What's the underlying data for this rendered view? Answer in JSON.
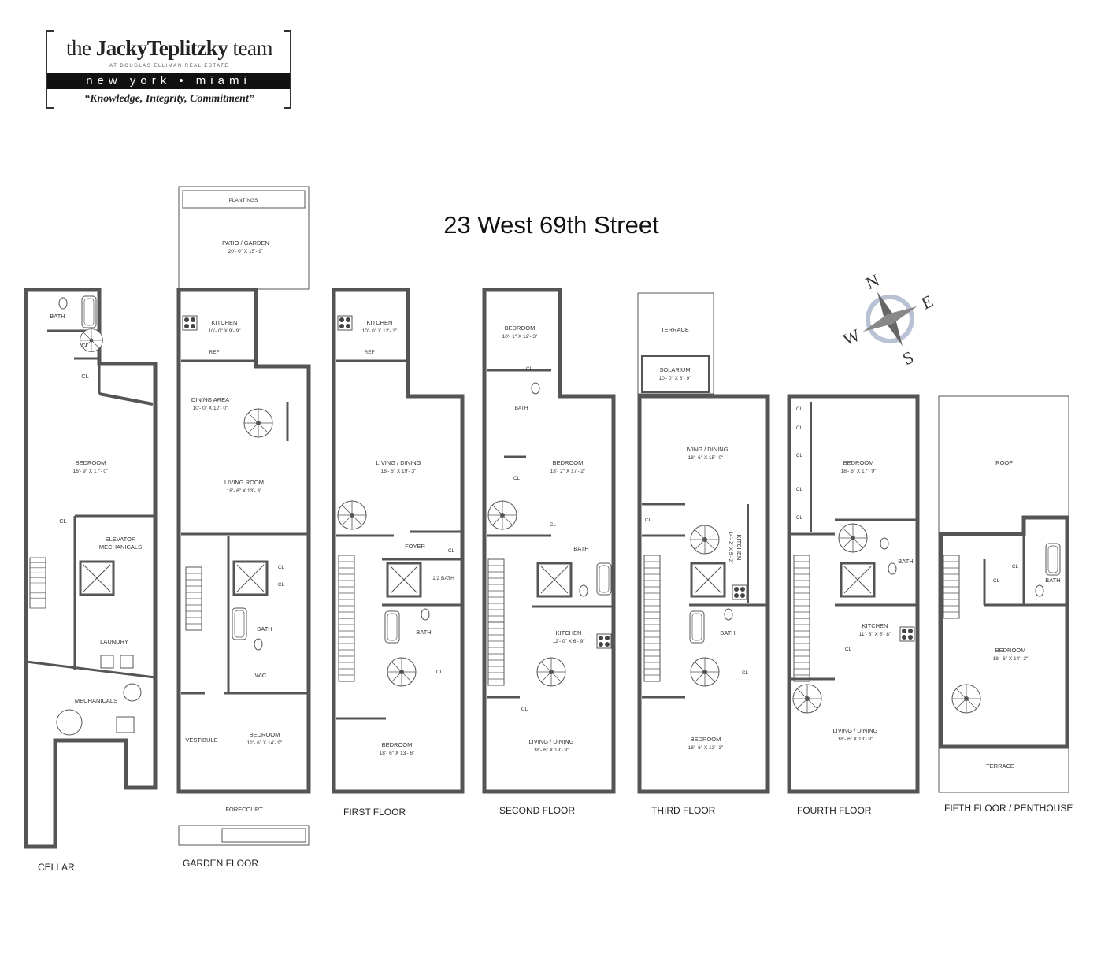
{
  "logo": {
    "prefix": "the",
    "name": "JackyTeplitzky",
    "suffix": "team",
    "affiliation": "AT DOUGLAS ELLIMAN REAL ESTATE",
    "cities": "new york • miami",
    "slogan": "“Knowledge, Integrity, Commitment”"
  },
  "title": "23 West 69th Street",
  "compass": {
    "n": "N",
    "e": "E",
    "s": "S",
    "w": "W"
  },
  "floors": {
    "cellar": {
      "label": "CELLAR",
      "rooms": {
        "bath": "BATH",
        "cl1": "CL",
        "cl2": "CL",
        "bedroom": "BEDROOM",
        "bedroom_dim": "16'- 9\" X 17'- 0\"",
        "cl3": "CL",
        "elevator": "ELEVATOR",
        "elevator2": "MECHANICALS",
        "laundry": "LAUNDRY",
        "mechanicals": "MECHANICALS"
      }
    },
    "garden": {
      "label": "GARDEN FLOOR",
      "rooms": {
        "plantings": "PLANTINGS",
        "patio": "PATIO / GARDEN",
        "patio_dim": "20'- 0\" X 15'- 9\"",
        "kitchen": "KITCHEN",
        "kitchen_dim": "10'- 0\" X 9'- 9\"",
        "ref": "REF",
        "dining": "DINING AREA",
        "dining_dim": "10'- 0\" X 12'- 0\"",
        "living": "LIVING ROOM",
        "living_dim": "18'- 6\" X 13'- 3\"",
        "cl1": "CL",
        "cl2": "CL",
        "bath": "BATH",
        "wic": "WIC",
        "vestibule": "VESTIBULE",
        "bedroom": "BEDROOM",
        "bedroom_dim": "12'- 6\" X 14'- 9\"",
        "forecourt": "FORECOURT"
      }
    },
    "first": {
      "label": "FIRST FLOOR",
      "rooms": {
        "kitchen": "KITCHEN",
        "kitchen_dim": "10'- 0\" X 12'- 3\"",
        "ref": "REF",
        "living": "LIVING / DINING",
        "living_dim": "18'- 6\" X 19'- 3\"",
        "foyer": "FOYER",
        "cl1": "CL",
        "halfbath": "1/2 BATH",
        "bath": "BATH",
        "cl2": "CL",
        "bedroom": "BEDROOM",
        "bedroom_dim": "18'- 6\" X 13'- 6\""
      }
    },
    "second": {
      "label": "SECOND FLOOR",
      "rooms": {
        "bedroom1": "BEDROOM",
        "bedroom1_dim": "10'- 1\" X 12'- 3\"",
        "cl1": "CL",
        "bath1": "BATH",
        "bedroom2": "BEDROOM",
        "bedroom2_dim": "13'- 2\" X 17'- 2\"",
        "cl2": "CL",
        "cl3": "CL",
        "bath2": "BATH",
        "kitchen": "KITCHEN",
        "kitchen_dim": "12'- 0\" X 6'- 9\"",
        "cl4": "CL",
        "living": "LIVING / DINING",
        "living_dim": "18'- 6\" X 19'- 9\""
      }
    },
    "third": {
      "label": "THIRD FLOOR",
      "rooms": {
        "terrace": "TERRACE",
        "solarium": "SOLARIUM",
        "solarium_dim": "10'- 0\" X 6'- 9\"",
        "living": "LIVING / DINING",
        "living_dim": "18'- 6\" X 15'- 0\"",
        "cl1": "CL",
        "kitchen": "KITCHEN",
        "kitchen_dim": "14'- 2\" X 5'- 2\"",
        "bath": "BATH",
        "cl2": "CL",
        "bedroom": "BEDROOM",
        "bedroom_dim": "18'- 6\" X 13'- 3\""
      }
    },
    "fourth": {
      "label": "FOURTH FLOOR",
      "rooms": {
        "cl1": "CL",
        "cl2": "CL",
        "cl3": "CL",
        "cl4": "CL",
        "cl5": "CL",
        "bedroom": "BEDROOM",
        "bedroom_dim": "18'- 6\" X 17'- 9\"",
        "bath": "BATH",
        "kitchen": "KITCHEN",
        "kitchen_dim": "11'- 6\" X 5'- 8\"",
        "cl6": "CL",
        "living": "LIVING / DINING",
        "living_dim": "18'- 6\" X 18'- 9\""
      }
    },
    "fifth": {
      "label": "FIFTH FLOOR / PENTHOUSE",
      "rooms": {
        "roof": "ROOF",
        "cl1": "CL",
        "cl2": "CL",
        "bath": "BATH",
        "bedroom": "BEDROOM",
        "bedroom_dim": "18'- 6\" X 14'- 2\"",
        "terrace": "TERRACE"
      }
    }
  }
}
